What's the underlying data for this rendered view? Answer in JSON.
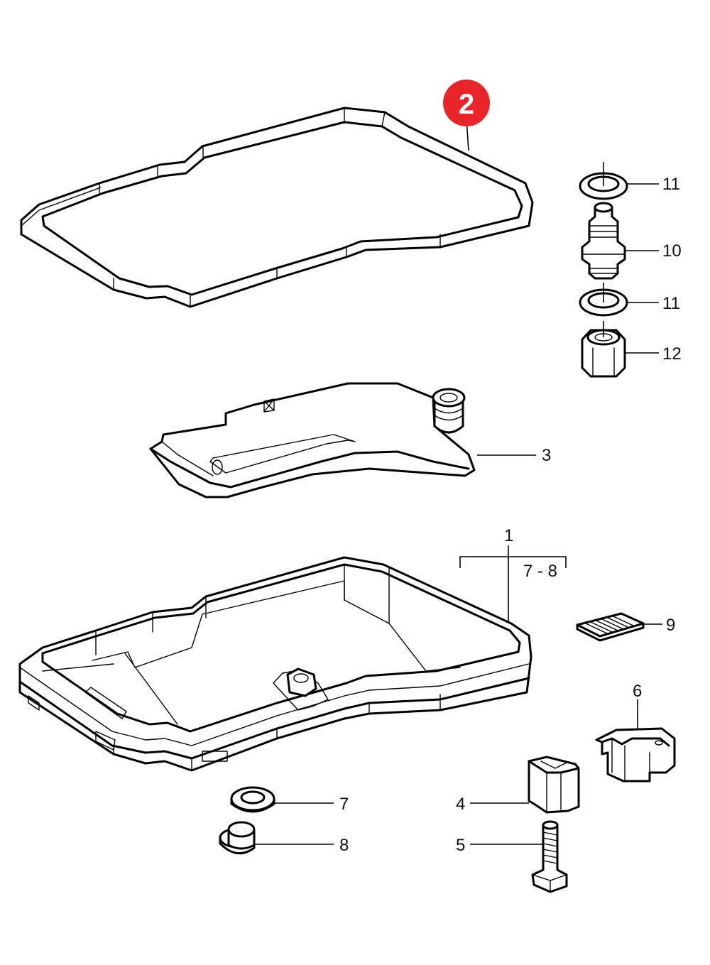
{
  "badge": {
    "text": "2",
    "color": "#e8262a"
  },
  "labels": {
    "p1": "1",
    "p1_range": "7 - 8",
    "p3": "3",
    "p4": "4",
    "p5": "5",
    "p6": "6",
    "p7": "7",
    "p8": "8",
    "p9": "9",
    "p10": "10",
    "p11a": "11",
    "p11b": "11",
    "p12": "12"
  },
  "parts": [
    {
      "ref": "1",
      "name": "oil-pan"
    },
    {
      "ref": "2",
      "name": "gasket"
    },
    {
      "ref": "3",
      "name": "filter"
    },
    {
      "ref": "4",
      "name": "clamp-insert"
    },
    {
      "ref": "5",
      "name": "bolt"
    },
    {
      "ref": "6",
      "name": "clamp-bracket"
    },
    {
      "ref": "7",
      "name": "seal-ring"
    },
    {
      "ref": "8",
      "name": "drain-plug"
    },
    {
      "ref": "9",
      "name": "magnet"
    },
    {
      "ref": "10",
      "name": "adapter-fitting"
    },
    {
      "ref": "11",
      "name": "sealing-washer"
    },
    {
      "ref": "12",
      "name": "cap-nut"
    }
  ]
}
